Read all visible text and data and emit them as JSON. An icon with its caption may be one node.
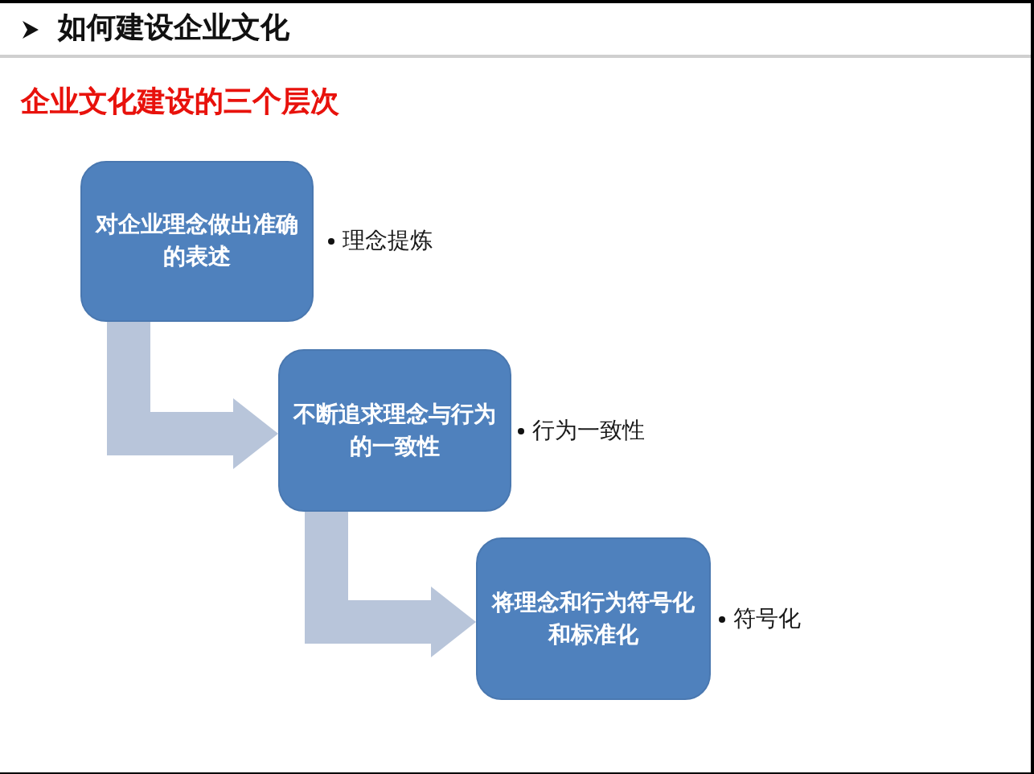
{
  "diagram": {
    "title": "如何建设企业文化",
    "nodes": [
      {
        "text": [
          "对企业理念做出准确的表述"
        ],
        "beside": [
          "理念提炼"
        ]
      },
      {
        "text": [
          "不断追求理念与行为的一致性"
        ],
        "beside": [
          "行为一致性"
        ]
      },
      {
        "text": [
          "将理念和行为符号化和标准化"
        ],
        "beside": [
          "符号化"
        ]
      }
    ],
    "edges": [
      {
        "from": 0,
        "to": 1,
        "arrow": "to"
      },
      {
        "from": 1,
        "to": 2,
        "arrow": "to"
      }
    ],
    "labels": [
      "企业文化建设的三个层次"
    ]
  }
}
